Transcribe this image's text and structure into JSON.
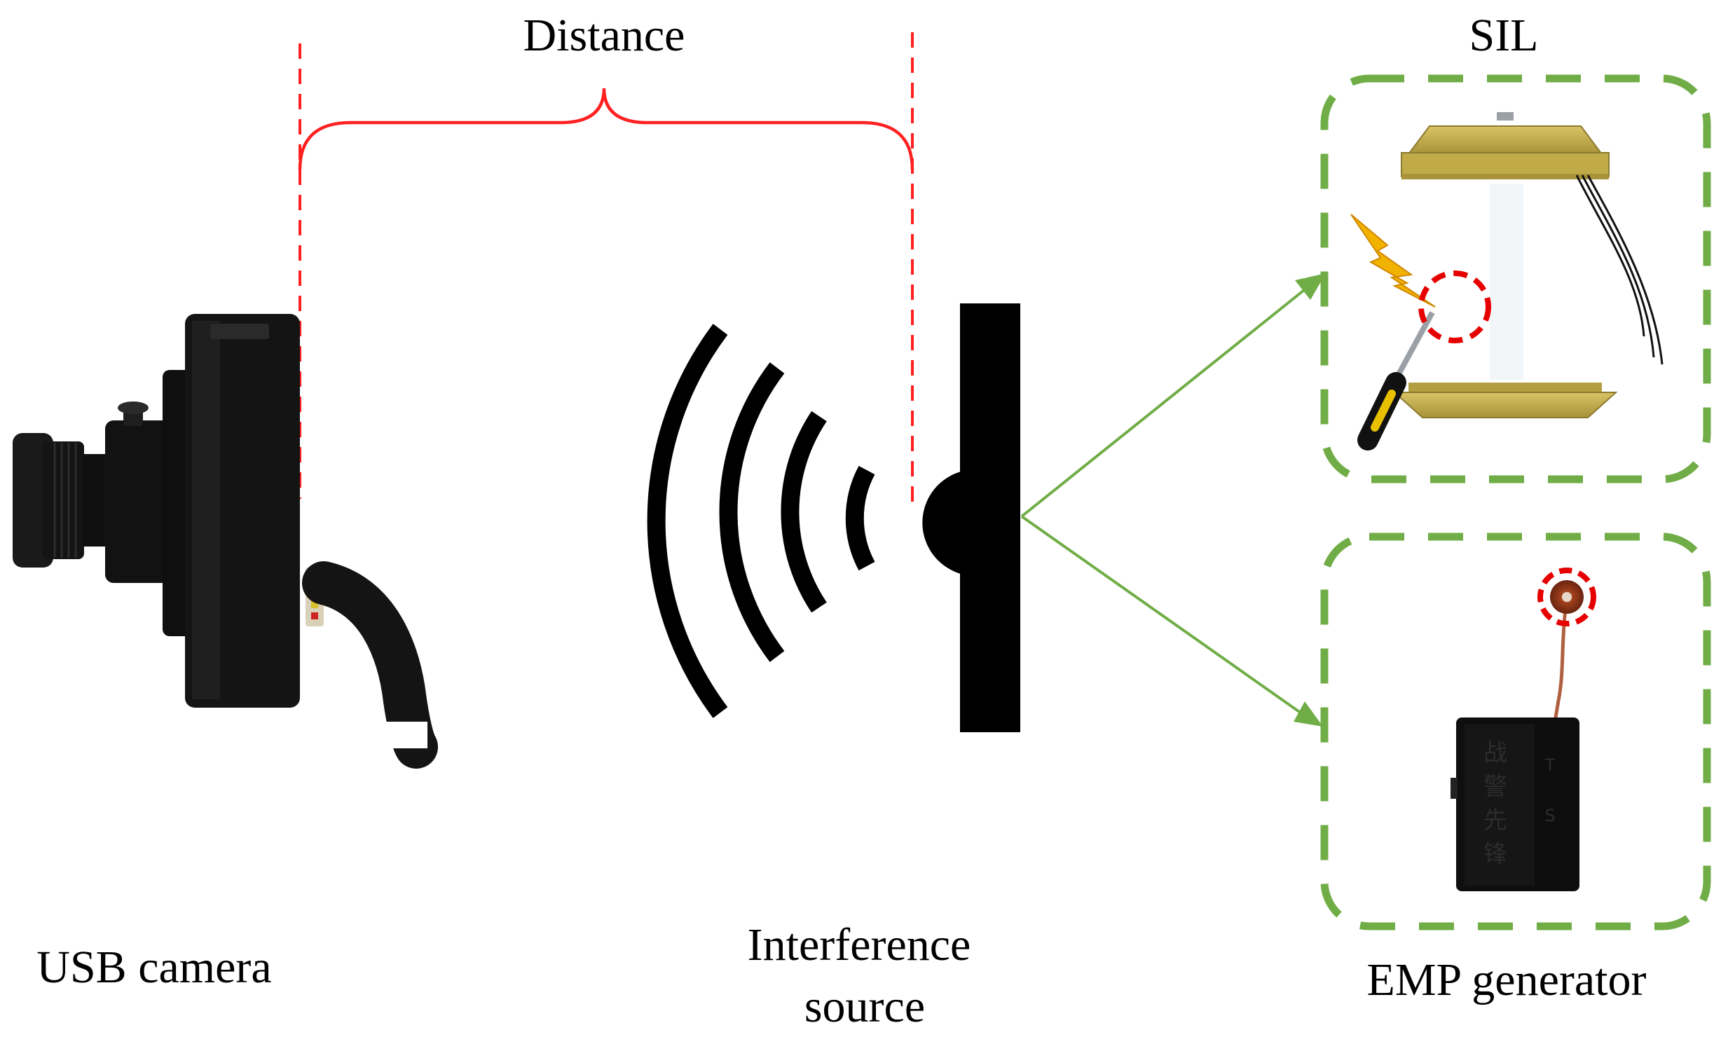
{
  "labels": {
    "distance": "Distance",
    "sil": "SIL",
    "usb_camera": "USB camera",
    "interference_line1": "Interference",
    "interference_line2": "source",
    "emp_generator": "EMP generator"
  },
  "emp_box_text": {
    "chinese_chars": [
      "战",
      "警",
      "先",
      "锋"
    ],
    "side_marks": [
      "T",
      "S"
    ]
  },
  "colors": {
    "measurement_red": "#ff2020",
    "highlight_red": "#e60000",
    "frame_green": "#70ad47",
    "arrow_green": "#70ad47",
    "lamp_gold": "#c8b24a",
    "black": "#000000"
  },
  "icons": {
    "camera": "usb-camera-icon",
    "waves": "signal-wave-icon",
    "emitter": "interference-emitter-icon",
    "lamp": "insect-killer-lamp-icon",
    "lightning": "lightning-bolt-icon",
    "screwdriver": "screwdriver-icon",
    "coil": "coil-icon",
    "emp_box": "emp-box-icon"
  }
}
